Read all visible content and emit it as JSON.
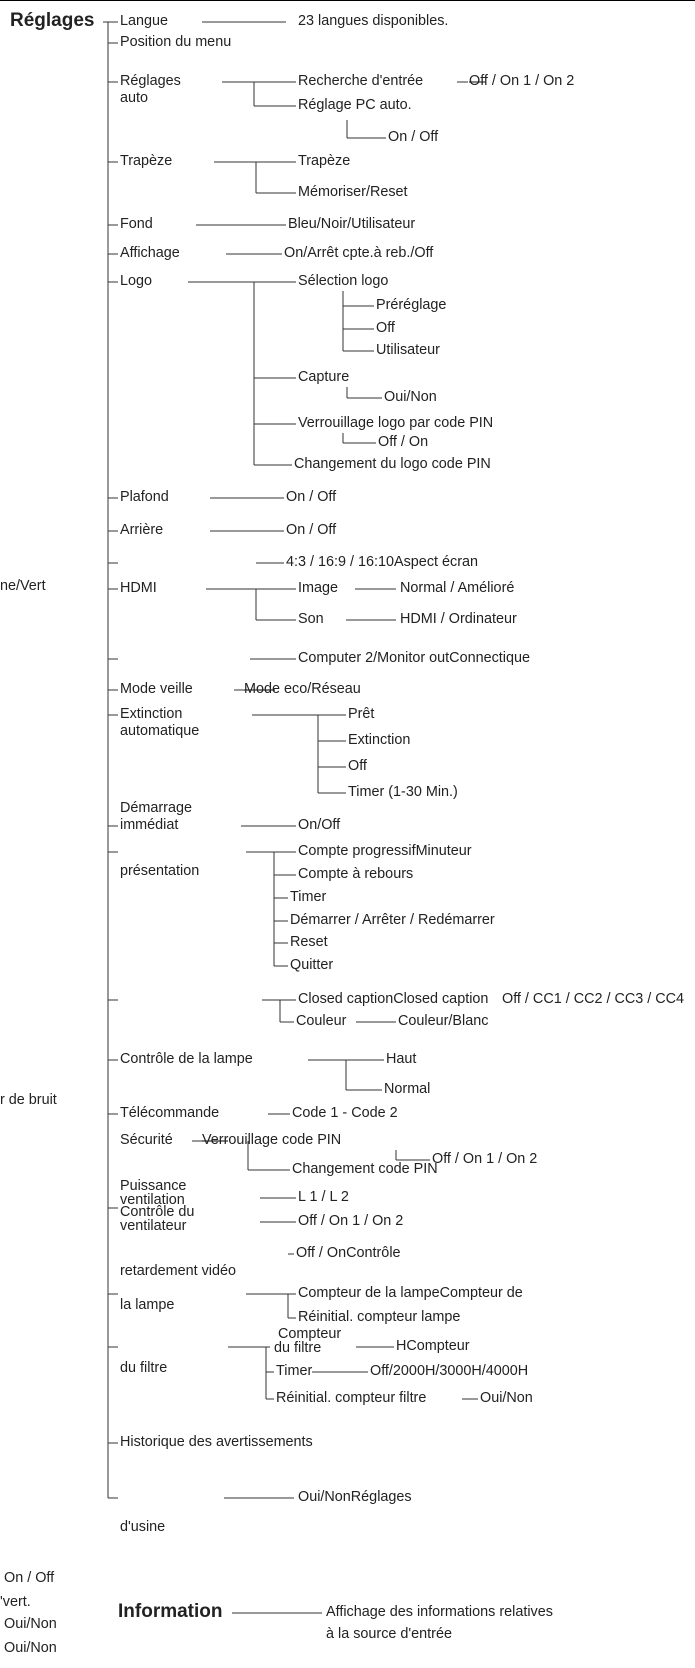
{
  "headings": {
    "main": "Réglages",
    "info": "Information"
  },
  "left_cut": {
    "a": "ne/Vert",
    "b": "r de bruit",
    "c": "On / Off",
    "d": "'vert.",
    "e": "Oui/Non",
    "f": "Oui/Non"
  },
  "items": {
    "langue": "Langue",
    "langue_v": "23 langues disponibles.",
    "position_menu": "Position du menu",
    "reglages_auto_1": "Réglages",
    "reglages_auto_2": "auto",
    "recherche_entree": "Recherche d'entrée",
    "recherche_entree_v": "Off / On 1 / On 2",
    "reglage_pc_auto": "Réglage PC auto.",
    "reglage_pc_auto_v": "On / Off",
    "trapeze": "Trapèze",
    "trapeze_sub": "Trapèze",
    "memoriser_reset": "Mémoriser/Reset",
    "fond": "Fond",
    "fond_v": "Bleu/Noir/Utilisateur",
    "affichage": "Affichage",
    "affichage_v": "On/Arrêt cpte.à reb./Off",
    "logo": "Logo",
    "selection_logo": "Sélection logo",
    "prereglage": "Préréglage",
    "logo_off": "Off",
    "utilisateur": "Utilisateur",
    "capture": "Capture",
    "capture_v": "Oui/Non",
    "verrou_logo": "Verrouillage logo par code PIN",
    "verrou_logo_v": "Off / On",
    "changement_logo": "Changement du logo code PIN",
    "plafond": "Plafond",
    "plafond_v": "On / Off",
    "arriere": "Arrière",
    "arriere_v": "On / Off",
    "aspect": "4:3 / 16:9 / 16:10Aspect écran",
    "hdmi": "HDMI",
    "image": "Image",
    "image_v": "Normal / Amélioré",
    "son": "Son",
    "son_v": "HDMI / Ordinateur",
    "connectique": "Computer 2/Monitor outConnectique",
    "mode_veille": "Mode veille",
    "mode_veille_v": "Mode eco/Réseau",
    "extinction_auto_1": "Extinction",
    "extinction_auto_2": "automatique",
    "pret": "Prêt",
    "extinction": "Extinction",
    "ext_off": "Off",
    "timer_1_30": "Timer (1-30 Min.)",
    "demarrage_1": "Démarrage",
    "demarrage_2": "immédiat",
    "demarrage_v": "On/Off",
    "presentation": "présentation",
    "compte_prog": "Compte progressifMinuteur",
    "compte_rebours": "Compte à rebours",
    "pres_timer": "Timer",
    "demarrer_arreter": "Démarrer / Arrêter / Redémarrer",
    "pres_reset": "Reset",
    "quitter": "Quitter",
    "closed_caption": "Closed captionClosed caption",
    "closed_caption_v": "Off / CC1 / CC2 / CC3 / CC4",
    "couleur": "Couleur",
    "couleur_v": "Couleur/Blanc",
    "controle_lampe": "Contrôle de la lampe",
    "haut": "Haut",
    "normal": "Normal",
    "telecommande": "Télécommande",
    "telecommande_v": "Code 1 - Code 2",
    "securite": "Sécurité",
    "verrou_pin": "Verrouillage code PIN",
    "verrou_pin_v": "Off / On 1 / On 2",
    "changement_pin": "Changement code PIN",
    "puissance_1": "Puissance",
    "puissance_2": "ventilation",
    "puissance_v": "L 1 / L 2",
    "controle_vent_1": "Contrôle du",
    "controle_vent_2": "ventilateur",
    "controle_vent_v": "Off / On 1 / On 2",
    "controle_v": "Off / OnContrôle",
    "retard_video": "retardement vidéo",
    "la_lampe": "la lampe",
    "compteur_lampe": "Compteur de la lampeCompteur de",
    "reinit_lampe": "Réinitial. compteur lampe",
    "du_filtre": "du filtre",
    "compteur_filtre_1": "Compteur",
    "compteur_filtre_2": "du filtre",
    "compteur_filtre_v": "HCompteur",
    "filtre_timer": "Timer",
    "filtre_timer_v": "Off/2000H/3000H/4000H",
    "reinit_filtre": "Réinitial. compteur filtre",
    "reinit_filtre_v": "Oui/Non",
    "historique": "Historique des avertissements",
    "reglages_usine_v": "Oui/NonRéglages",
    "usine": "d'usine",
    "info_1": "Affichage des informations relatives",
    "info_2": "à la source d'entrée"
  }
}
